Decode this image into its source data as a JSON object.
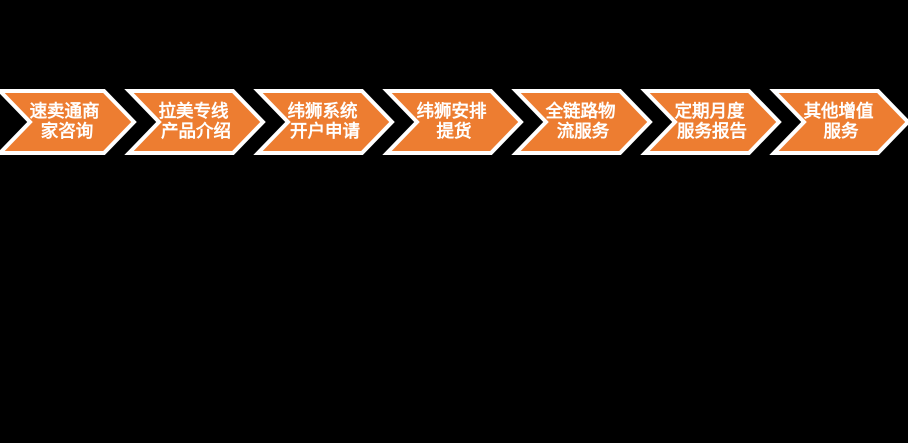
{
  "diagram": {
    "type": "process-flow-chevrons",
    "direction": "left-to-right",
    "colors": {
      "background": "#000000",
      "arrow_fill": "#ED7D31",
      "arrow_outline": "#FFFFFF",
      "text": "#FFFFFF"
    },
    "steps": [
      {
        "label": "速卖通商家咨询",
        "lines": [
          "速卖通商",
          "家咨询"
        ]
      },
      {
        "label": "拉美专线产品介绍",
        "lines": [
          "拉美专线",
          "产品介绍"
        ]
      },
      {
        "label": "纬狮系统开户申请",
        "lines": [
          "纬狮系统",
          "开户申请"
        ]
      },
      {
        "label": "纬狮安排提货",
        "lines": [
          "纬狮安排",
          "提货"
        ]
      },
      {
        "label": "全链路物流服务",
        "lines": [
          "全链路物",
          "流服务"
        ]
      },
      {
        "label": "定期月度服务报告",
        "lines": [
          "定期月度",
          "服务报告"
        ]
      },
      {
        "label": "其他增值服务",
        "lines": [
          "其他增值",
          "服务"
        ]
      }
    ]
  }
}
